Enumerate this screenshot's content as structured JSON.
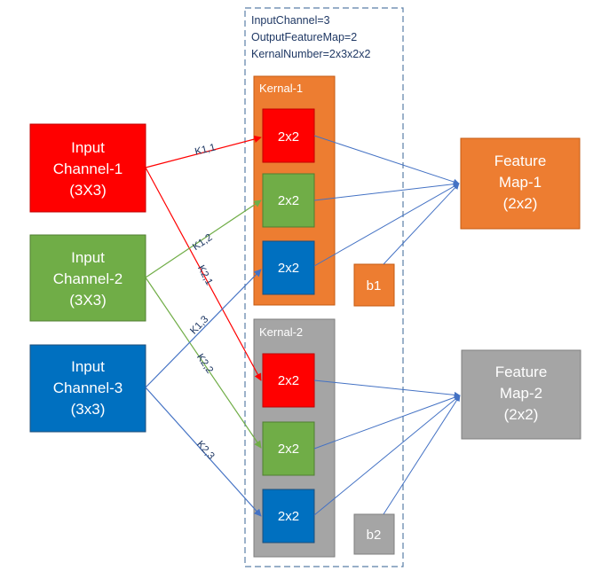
{
  "colors": {
    "red": "#ff0000",
    "green": "#70ad47",
    "blue": "#0070c0",
    "orange": "#ed7d31",
    "gray": "#a5a5a5",
    "arrow_blue": "#4472c4",
    "dashed": "#5b7fa6",
    "label_text": "#1f3864"
  },
  "info": {
    "line1": "InputChannel=3",
    "line2": "OutputFeatureMap=2",
    "line3": "KernalNumber=2x3x2x2"
  },
  "inputs": [
    {
      "line1": "Input",
      "line2": "Channel-1",
      "line3": "(3X3)"
    },
    {
      "line1": "Input",
      "line2": "Channel-2",
      "line3": "(3X3)"
    },
    {
      "line1": "Input",
      "line2": "Channel-3",
      "line3": "(3x3)"
    }
  ],
  "kernels": [
    {
      "title": "Kernal-1",
      "cells": [
        "2x2",
        "2x2",
        "2x2"
      ],
      "bias": "b1"
    },
    {
      "title": "Kernal-2",
      "cells": [
        "2x2",
        "2x2",
        "2x2"
      ],
      "bias": "b2"
    }
  ],
  "outputs": [
    {
      "line1": "Feature",
      "line2": "Map-1",
      "line3": "(2x2)"
    },
    {
      "line1": "Feature",
      "line2": "Map-2",
      "line3": "(2x2)"
    }
  ],
  "edge_labels": {
    "k11": "K1,1",
    "k12": "K1,2",
    "k13": "K1,3",
    "k21": "K2,1",
    "k22": "K2,2",
    "k23": "K2,3"
  }
}
